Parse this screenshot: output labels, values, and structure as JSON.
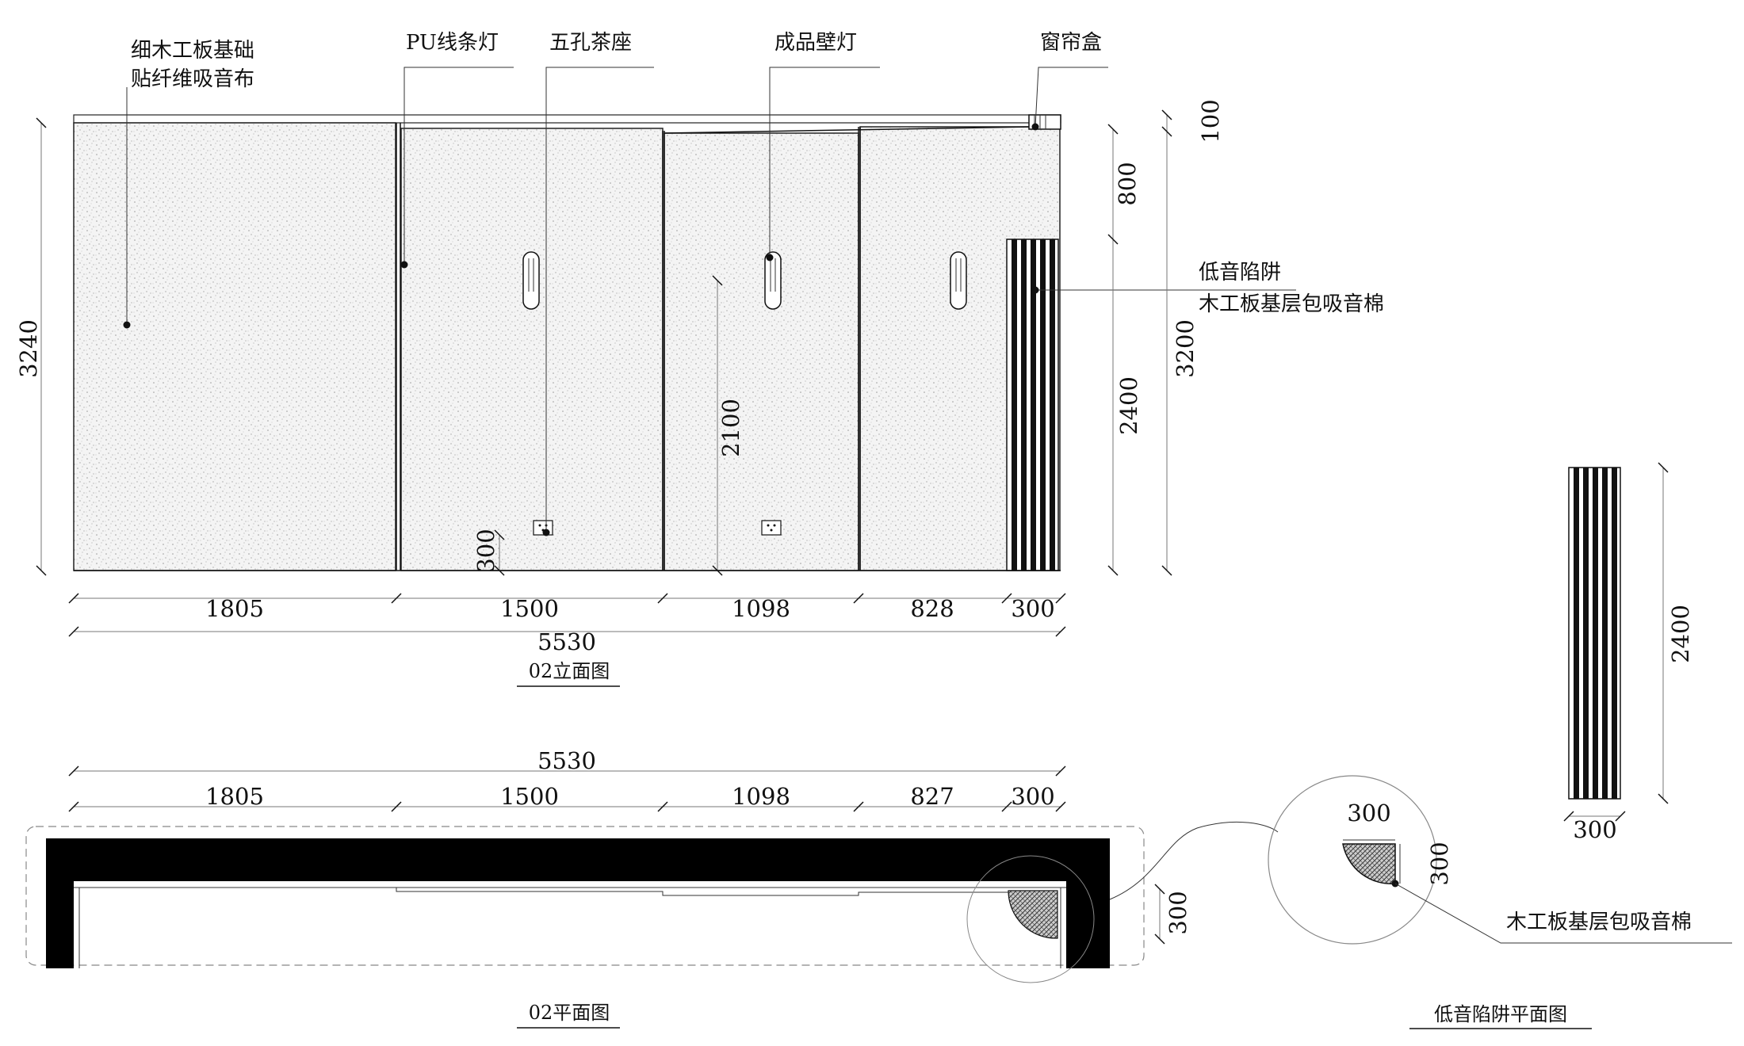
{
  "elevation": {
    "title": "02立面图",
    "labels": {
      "fabric_line1": "细木工板基础",
      "fabric_line2": "贴纤维吸音布",
      "pu_light": "PU线条灯",
      "socket": "五孔茶座",
      "wall_lamp": "成品壁灯",
      "curtain_box": "窗帘盒",
      "bass_trap": "低音陷阱",
      "bass_trap_material": "木工板基层包吸音棉"
    },
    "dims": {
      "segments": [
        "1805",
        "1500",
        "1098",
        "828",
        "300"
      ],
      "total": "5530",
      "height_left": "3240",
      "socket_height": "300",
      "lamp_height": "2100",
      "top_gap": "100",
      "upper": "800",
      "lower": "2400",
      "right_total": "3200"
    }
  },
  "plan": {
    "title": "02平面图",
    "dims": {
      "total": "5530",
      "segments": [
        "1805",
        "1500",
        "1098",
        "827",
        "300"
      ],
      "trap_depth": "300"
    }
  },
  "trap_plan": {
    "title": "低音陷阱平面图",
    "dims": {
      "width": "300",
      "depth": "300"
    },
    "material": "木工板基层包吸音棉"
  },
  "trap_elevation": {
    "dims": {
      "height": "2400",
      "width": "300"
    }
  }
}
